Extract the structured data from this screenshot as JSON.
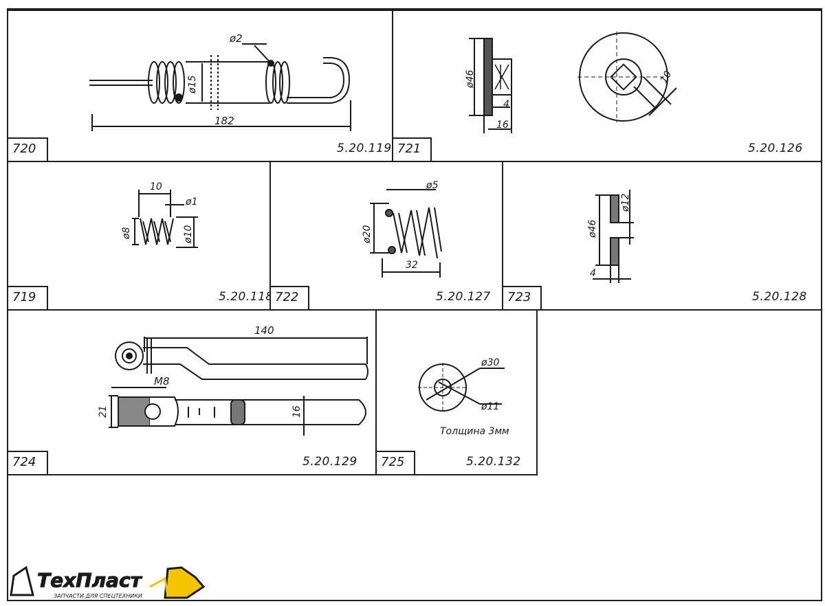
{
  "parts": [
    {
      "id": "720",
      "code": "5.20.119",
      "dims": [
        "ø2",
        "ø15",
        "182"
      ]
    },
    {
      "id": "721",
      "code": "5.20.126",
      "dims": [
        "ø46",
        "4",
        "16",
        "10"
      ]
    },
    {
      "id": "719",
      "code": "5.20.118",
      "dims": [
        "10",
        "ø1",
        "ø8",
        "ø10"
      ]
    },
    {
      "id": "722",
      "code": "5.20.127",
      "dims": [
        "ø5",
        "ø20",
        "32"
      ]
    },
    {
      "id": "723",
      "code": "5.20.128",
      "dims": [
        "ø46",
        "ø12",
        "4"
      ]
    },
    {
      "id": "724",
      "code": "5.20.129",
      "dims": [
        "140",
        "M8",
        "21",
        "16"
      ]
    },
    {
      "id": "725",
      "code": "5.20.132",
      "dims": [
        "ø30",
        "ø11"
      ],
      "note": "Толщина 3мм"
    }
  ],
  "logo": {
    "name": "ТехПласт",
    "tagline": "ЗАПЧАСТИ ДЛЯ СПЕЦТЕХНИКИ"
  }
}
